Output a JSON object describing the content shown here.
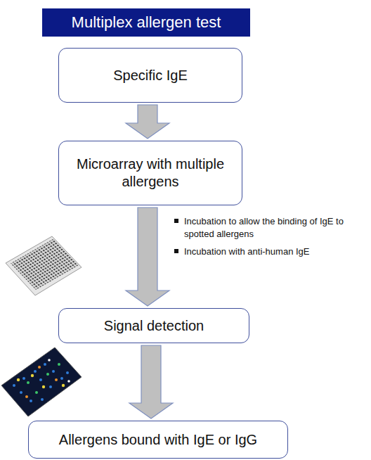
{
  "diagram": {
    "title": "Multiplex allergen test",
    "nodes": [
      {
        "text": [
          "Specific IgE"
        ]
      },
      {
        "text": [
          "Microarray with multiple allergens"
        ]
      },
      {
        "text": [
          "Signal detection"
        ]
      },
      {
        "text": [
          "Allergens bound with IgE or IgG"
        ]
      }
    ],
    "edges": [
      {
        "from": 0,
        "to": 1,
        "arrow": "to"
      },
      {
        "from": 1,
        "to": 2,
        "arrow": "to"
      },
      {
        "from": 2,
        "to": 3,
        "arrow": "to"
      }
    ],
    "labels": [
      "Incubation to allow the binding of IgE to spotted allergens",
      "Incubation with anti-human IgE"
    ]
  }
}
